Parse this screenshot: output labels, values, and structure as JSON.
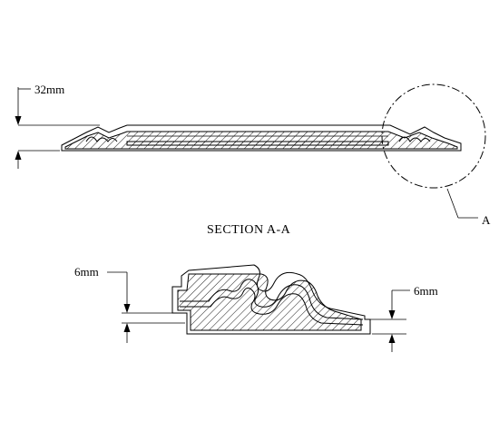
{
  "dimensions": {
    "overall_height": "32mm",
    "detail_left": "6mm",
    "detail_right": "6mm"
  },
  "section_caption": "SECTION  A-A",
  "detail_callout": "A"
}
